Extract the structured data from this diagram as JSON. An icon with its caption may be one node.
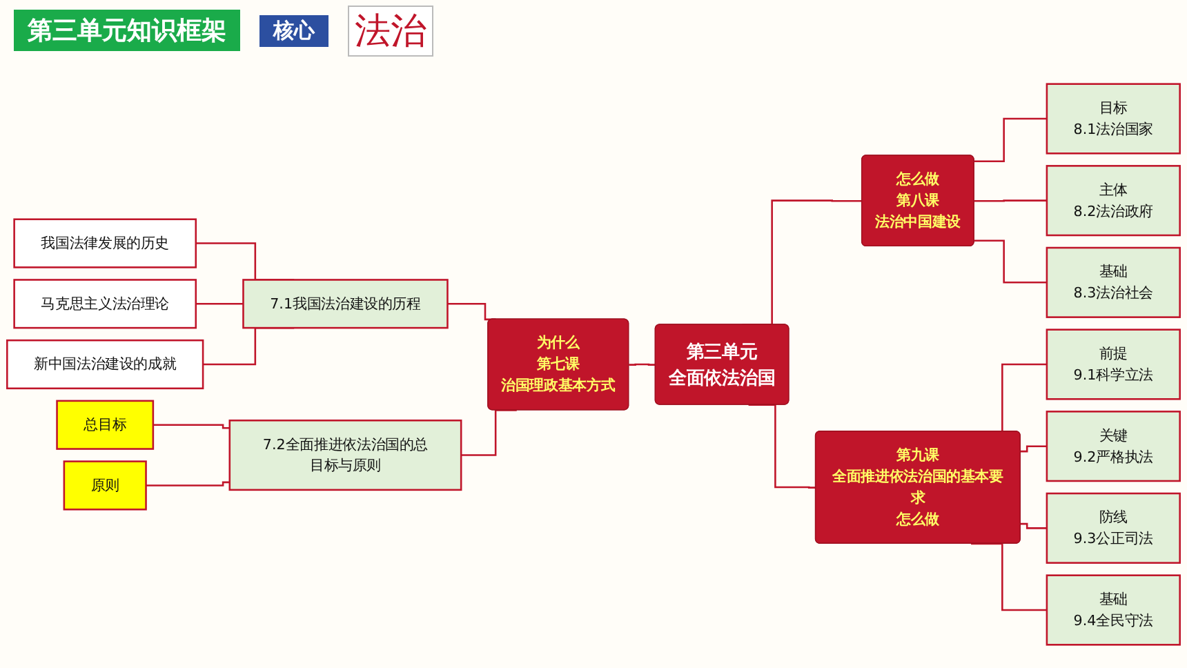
{
  "diagram": {
    "title": "第三单元知识框架",
    "nodes": [
      {
        "text": [
          "第三单元",
          "全面依法治国"
        ]
      },
      {
        "text": [
          "为什么",
          "第七课",
          "治国理政基本方式"
        ]
      },
      {
        "text": [
          "7.1我国法治建设的历程"
        ]
      },
      {
        "text": [
          "我国法律发展的历史"
        ]
      },
      {
        "text": [
          "马克思主义法治理论"
        ]
      },
      {
        "text": [
          "新中国法治建设的成就"
        ]
      },
      {
        "text": [
          "7.2全面推进依法治国的总目标与原则"
        ]
      },
      {
        "text": [
          "总目标"
        ]
      },
      {
        "text": [
          "原则"
        ]
      },
      {
        "text": [
          "怎么做",
          "第八课",
          "法治中国建设"
        ]
      },
      {
        "text": [
          "目标",
          "8.1法治国家"
        ]
      },
      {
        "text": [
          "主体",
          "8.2法治政府"
        ]
      },
      {
        "text": [
          "基础",
          "8.3法治社会"
        ]
      },
      {
        "text": [
          "第九课",
          "全面推进依法治国的基本要求",
          "怎么做"
        ]
      },
      {
        "text": [
          "前提",
          "9.1科学立法"
        ]
      },
      {
        "text": [
          "关键",
          "9.2严格执法"
        ]
      },
      {
        "text": [
          "防线",
          "9.3公正司法"
        ]
      },
      {
        "text": [
          "基础",
          "9.4全民守法"
        ]
      }
    ],
    "edges": [
      {
        "from": 0,
        "to": 1,
        "arrow": "none"
      },
      {
        "from": 1,
        "to": 2,
        "arrow": "none"
      },
      {
        "from": 1,
        "to": 6,
        "arrow": "none"
      },
      {
        "from": 2,
        "to": 3,
        "arrow": "none"
      },
      {
        "from": 2,
        "to": 4,
        "arrow": "none"
      },
      {
        "from": 2,
        "to": 5,
        "arrow": "none"
      },
      {
        "from": 6,
        "to": 7,
        "arrow": "none"
      },
      {
        "from": 6,
        "to": 8,
        "arrow": "none"
      },
      {
        "from": 0,
        "to": 9,
        "arrow": "none"
      },
      {
        "from": 9,
        "to": 10,
        "arrow": "none"
      },
      {
        "from": 9,
        "to": 11,
        "arrow": "none"
      },
      {
        "from": 9,
        "to": 12,
        "arrow": "none"
      },
      {
        "from": 0,
        "to": 13,
        "arrow": "none"
      },
      {
        "from": 13,
        "to": 14,
        "arrow": "none"
      },
      {
        "from": 13,
        "to": 15,
        "arrow": "none"
      },
      {
        "from": 13,
        "to": 16,
        "arrow": "none"
      },
      {
        "from": 13,
        "to": 17,
        "arrow": "none"
      }
    ],
    "labels": [
      "核心",
      "法治"
    ]
  }
}
